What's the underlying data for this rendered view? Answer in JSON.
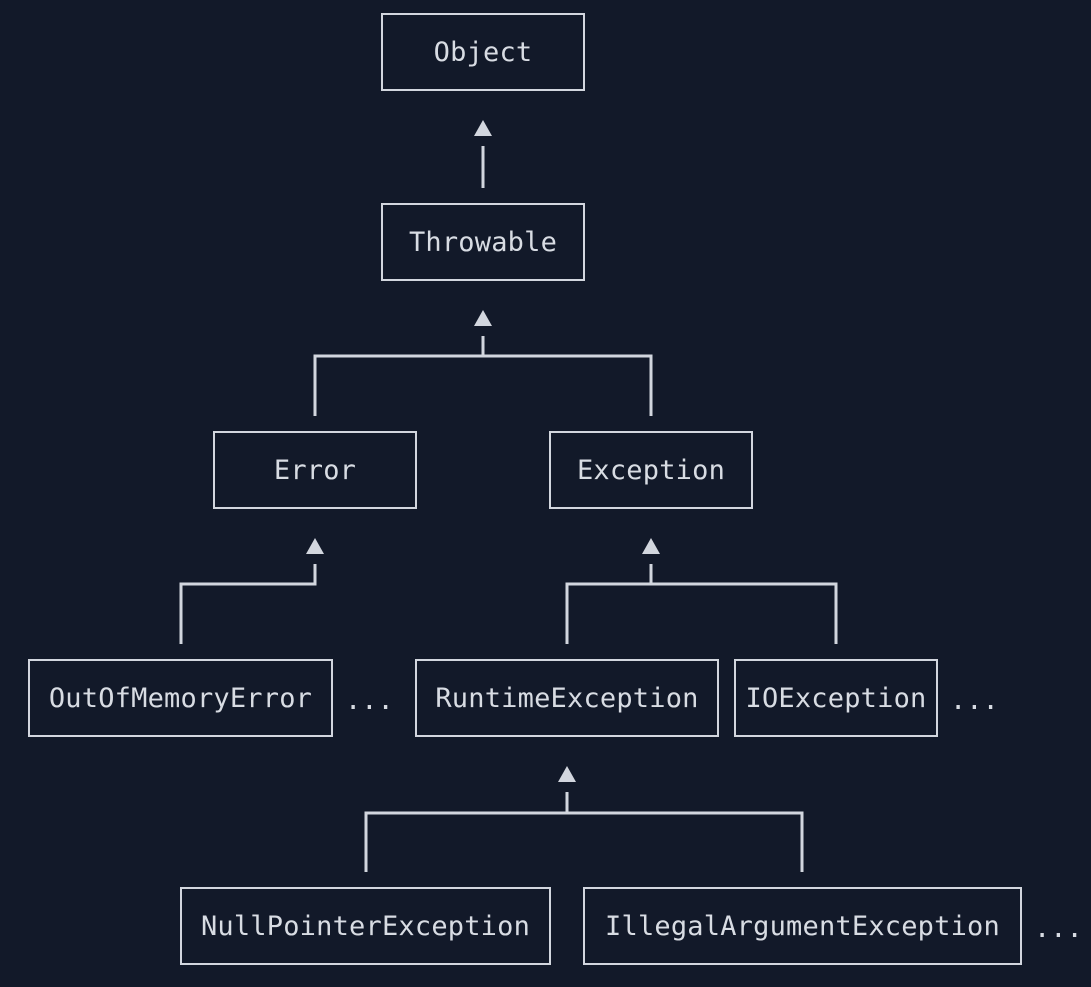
{
  "diagram": {
    "classes": {
      "object": "Object",
      "throwable": "Throwable",
      "error": "Error",
      "exception": "Exception",
      "out_of_memory_error": "OutOfMemoryError",
      "runtime_exception": "RuntimeException",
      "io_exception": "IOException",
      "null_pointer_exception": "NullPointerException",
      "illegal_argument_exception": "IllegalArgumentException"
    },
    "ellipsis": "...",
    "colors": {
      "background": "#121929",
      "stroke": "#d2d6de",
      "text": "#d8dce3"
    },
    "inheritance": [
      {
        "child": "Throwable",
        "parent": "Object"
      },
      {
        "child": "Error",
        "parent": "Throwable"
      },
      {
        "child": "Exception",
        "parent": "Throwable"
      },
      {
        "child": "OutOfMemoryError",
        "parent": "Error"
      },
      {
        "child": "RuntimeException",
        "parent": "Exception"
      },
      {
        "child": "IOException",
        "parent": "Exception"
      },
      {
        "child": "NullPointerException",
        "parent": "RuntimeException"
      },
      {
        "child": "IllegalArgumentException",
        "parent": "RuntimeException"
      }
    ]
  }
}
